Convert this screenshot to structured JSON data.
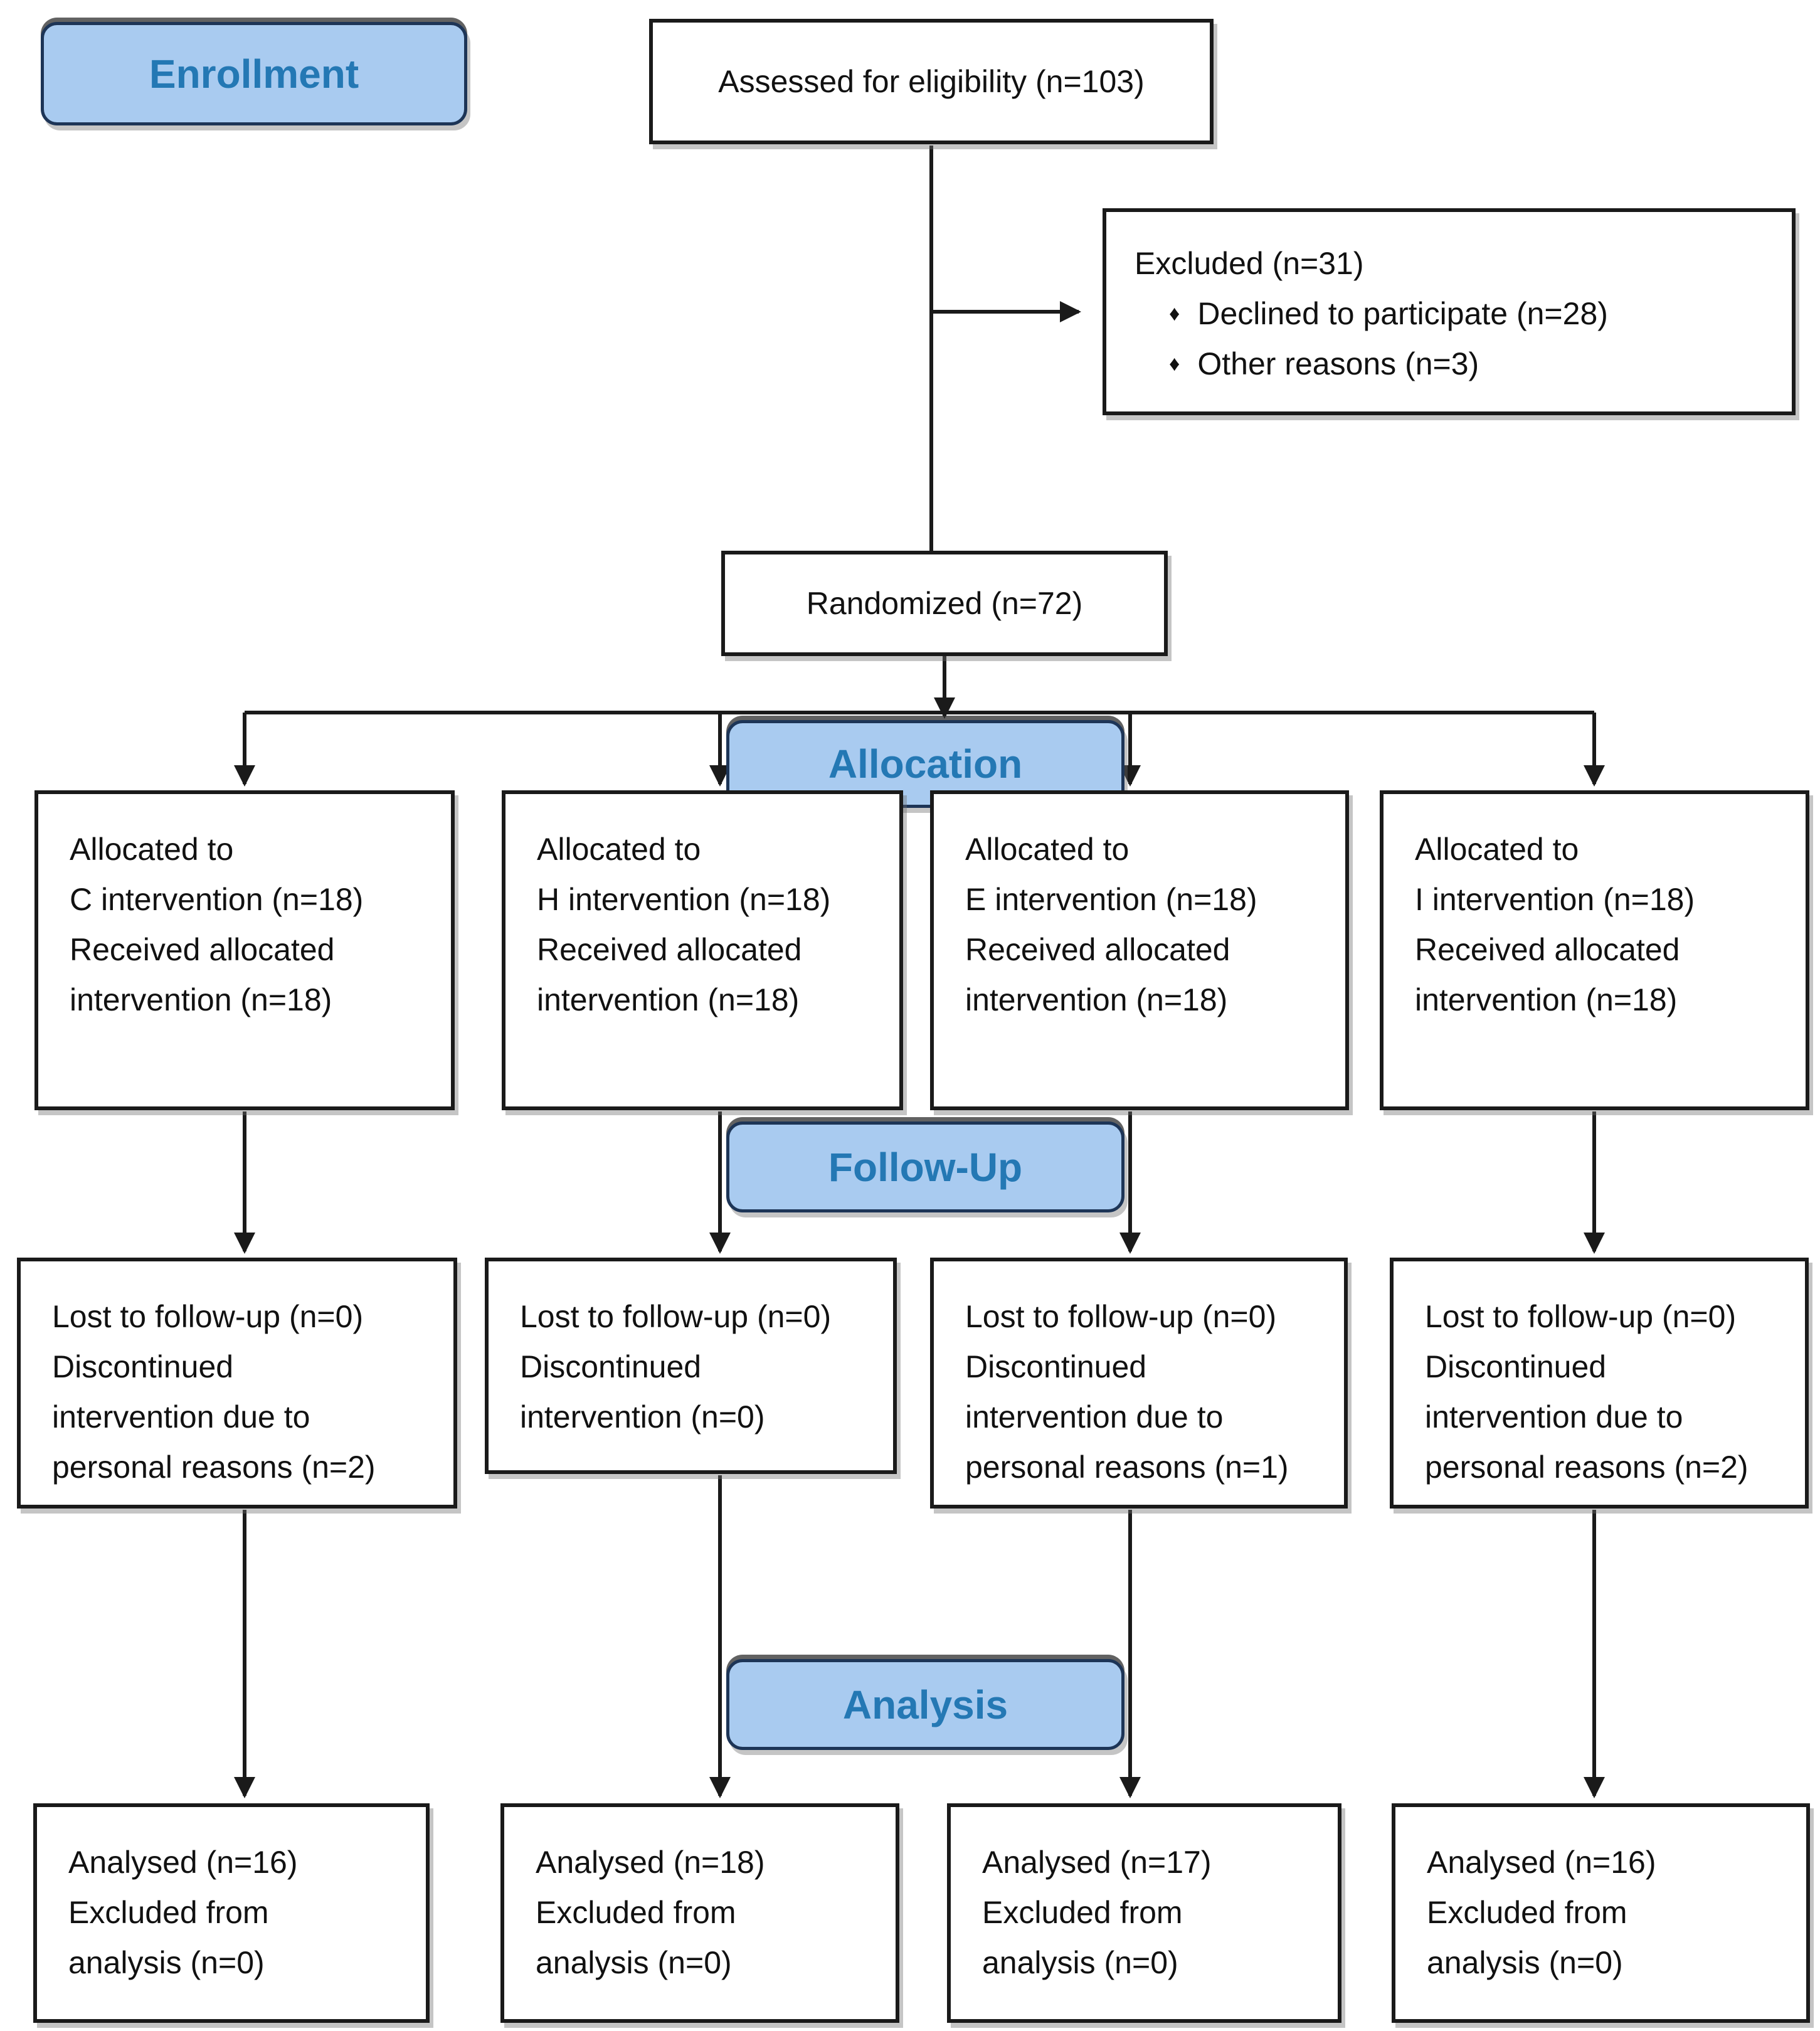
{
  "stages": {
    "enrollment": "Enrollment",
    "allocation": "Allocation",
    "followup": "Follow-Up",
    "analysis": "Analysis"
  },
  "icons": {
    "bullet": "♦"
  },
  "colors": {
    "stage_fill": "#A9CBF0",
    "stage_border": "#1D3557",
    "stage_text": "#2478B4",
    "box_border": "#1A1A1A",
    "line_color": "#1A1A1A"
  },
  "boxes": {
    "assessed": "Assessed for eligibility (n=103)",
    "randomized": "Randomized (n=72)",
    "excluded_title": "Excluded (n=31)",
    "excluded_bullets": [
      "Declined to participate (n=28)",
      "Other reasons (n=3)"
    ],
    "allocation_row": [
      {
        "lines": [
          "Allocated to",
          "C intervention (n=18)",
          "Received allocated",
          "intervention (n=18)"
        ]
      },
      {
        "lines": [
          "Allocated to",
          "H intervention (n=18)",
          "Received allocated",
          "intervention (n=18)"
        ]
      },
      {
        "lines": [
          "Allocated to",
          "E intervention (n=18)",
          "Received allocated",
          "intervention (n=18)"
        ]
      },
      {
        "lines": [
          "Allocated to",
          "I intervention (n=18)",
          "Received allocated",
          "intervention (n=18)"
        ]
      }
    ],
    "followup_row": [
      {
        "lines": [
          "Lost to follow-up (n=0)",
          "Discontinued",
          "intervention due to",
          "personal reasons (n=2)"
        ]
      },
      {
        "lines": [
          "Lost to follow-up (n=0)",
          "Discontinued",
          "intervention (n=0)"
        ]
      },
      {
        "lines": [
          "Lost to follow-up (n=0)",
          "Discontinued",
          "intervention due to",
          "personal reasons (n=1)"
        ]
      },
      {
        "lines": [
          "Lost to follow-up (n=0)",
          "Discontinued",
          "intervention due to",
          "personal reasons (n=2)"
        ]
      }
    ],
    "analysis_row": [
      {
        "lines": [
          "Analysed (n=16)",
          "Excluded from",
          "analysis (n=0)"
        ]
      },
      {
        "lines": [
          "Analysed (n=18)",
          "Excluded from",
          "analysis (n=0)"
        ]
      },
      {
        "lines": [
          "Analysed (n=17)",
          "Excluded from",
          "analysis (n=0)"
        ]
      },
      {
        "lines": [
          "Analysed (n=16)",
          "Excluded from",
          "analysis (n=0)"
        ]
      }
    ]
  }
}
